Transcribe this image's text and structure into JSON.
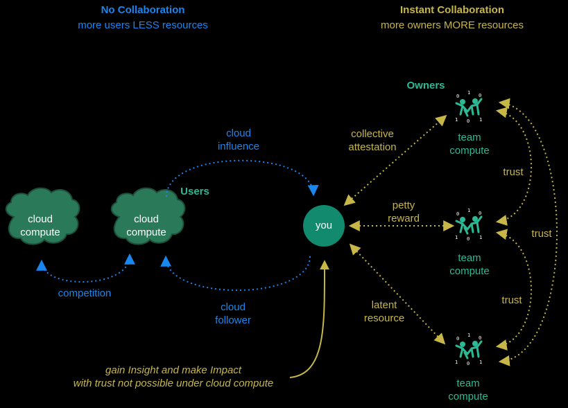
{
  "colors": {
    "blue": "#1a86f0",
    "gold": "#c7b648",
    "teal": "#2bba95",
    "cloud_fill": "#2a7a5a",
    "you_fill": "#128a6e",
    "background": "#000000"
  },
  "left_section": {
    "title": "No Collaboration",
    "subtitle": "more users LESS resources"
  },
  "right_section": {
    "title": "Instant Collaboration",
    "subtitle": "more owners MORE resources"
  },
  "clouds": [
    {
      "line1": "cloud",
      "line2": "compute"
    },
    {
      "line1": "cloud",
      "line2": "compute"
    }
  ],
  "labels": {
    "users": "Users",
    "owners": "Owners",
    "you": "you",
    "cloud_influence_1": "cloud",
    "cloud_influence_2": "influence",
    "cloud_follower_1": "cloud",
    "cloud_follower_2": "follower",
    "competition": "competition",
    "collective_1": "collective",
    "collective_2": "attestation",
    "petty_1": "petty",
    "petty_2": "reward",
    "latent_1": "latent",
    "latent_2": "resource",
    "trust_a": "trust",
    "trust_b": "trust",
    "trust_c": "trust",
    "insight_1": "gain Insight and make Impact",
    "insight_2": "with trust not possible under cloud compute"
  },
  "teams": [
    {
      "line1": "team",
      "line2": "compute",
      "icon": "team-compute-icon"
    },
    {
      "line1": "team",
      "line2": "compute",
      "icon": "team-compute-icon"
    },
    {
      "line1": "team",
      "line2": "compute",
      "icon": "team-compute-icon"
    }
  ],
  "binary_digits": [
    "0",
    "1",
    "0",
    "1",
    "0",
    "1"
  ]
}
